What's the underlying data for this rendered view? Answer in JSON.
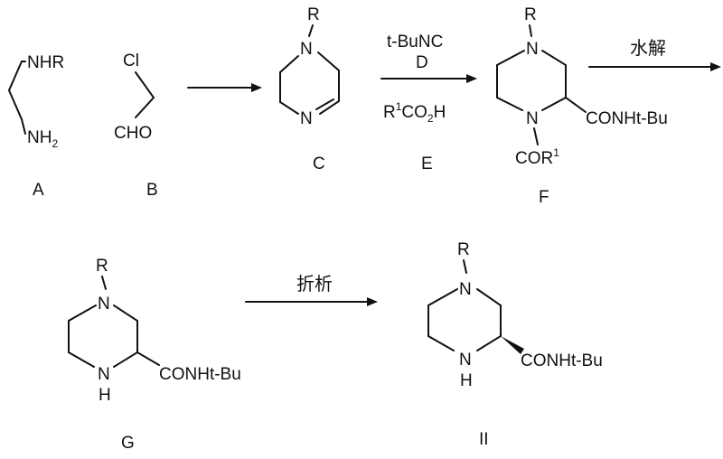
{
  "compounds": {
    "A": {
      "label": "A",
      "nhr": "NHR",
      "nh2_base": "NH",
      "nh2_sub": "2"
    },
    "B": {
      "label": "B",
      "cl": "Cl",
      "cho": "CHO"
    },
    "C": {
      "label": "C",
      "r": "R",
      "n_top": "N",
      "n_bottom": "N"
    },
    "F": {
      "label": "F",
      "r": "R",
      "n_top": "N",
      "n_bottom": "N",
      "conh": "CONHt-Bu",
      "cor_base": "COR",
      "cor_sup": "1"
    },
    "G": {
      "label": "G",
      "r": "R",
      "n_top": "N",
      "n_bottom": "N",
      "h": "H",
      "conh": "CONHt-Bu"
    },
    "II": {
      "label": "II",
      "r": "R",
      "n_top": "N",
      "n_bottom": "N",
      "h": "H",
      "conh": "CONHt-Bu"
    }
  },
  "reagents": {
    "D": {
      "label": "D",
      "name": "t-BuNC"
    },
    "E": {
      "label": "E",
      "r_base": "R",
      "r_sup": "1",
      "co": "CO",
      "co_sub": "2",
      "h": "H"
    }
  },
  "steps": {
    "hydrolysis": "水解",
    "resolution": "折析"
  }
}
